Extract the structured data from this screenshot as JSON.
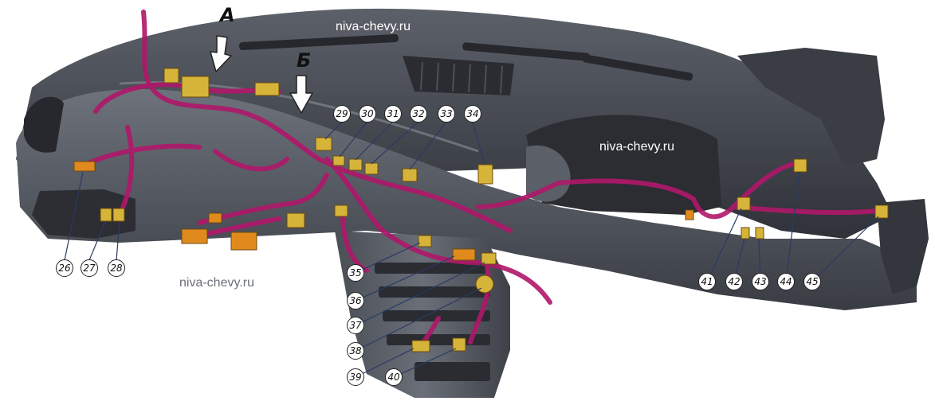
{
  "figure": {
    "view_letters": [
      "А",
      "Б"
    ],
    "watermarks": [
      {
        "id": "wm-top",
        "text": "niva-chevy.ru"
      },
      {
        "id": "wm-center",
        "text": "niva-chevy.ru"
      },
      {
        "id": "wm-left",
        "text": "niva-chevy.ru"
      },
      {
        "id": "wm-corner",
        "text": "niva-chevy.ru"
      }
    ],
    "callouts": [
      "26",
      "27",
      "28",
      "29",
      "30",
      "31",
      "32",
      "33",
      "34",
      "35",
      "36",
      "37",
      "38",
      "39",
      "40",
      "41",
      "42",
      "43",
      "44",
      "45"
    ]
  },
  "colors": {
    "panel_dark": "#3c3f46",
    "panel_mid": "#5a5e66",
    "panel_light": "#7d828b",
    "harness": "#b0176a",
    "connector": "#e08a1e",
    "connector_yellow": "#d6b43a",
    "callout_fill": "#ffffff",
    "leader": "#2a3a66"
  }
}
